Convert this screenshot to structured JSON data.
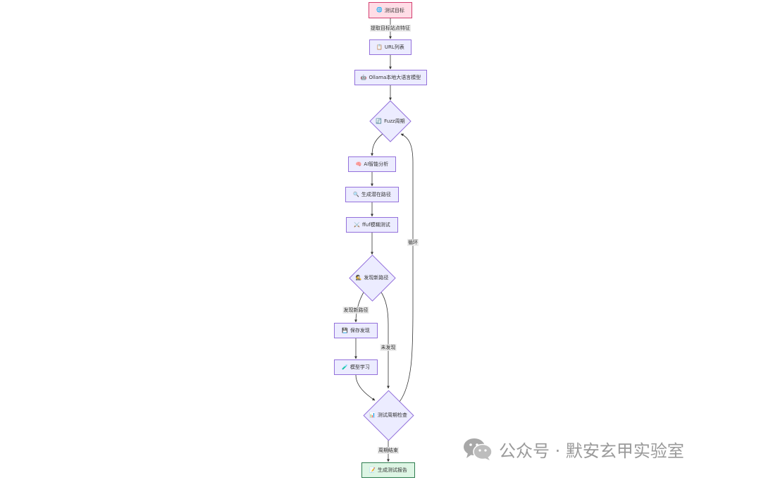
{
  "nodes": {
    "target": {
      "icon": "🌐",
      "label": "测试目标",
      "fill": "#FFDDE6",
      "stroke": "#D33D6F"
    },
    "urls": {
      "icon": "📋",
      "label": "URL列表"
    },
    "ollama": {
      "icon": "🤖",
      "label": "Ollama本地大语言模型"
    },
    "fuzz": {
      "icon": "🔄",
      "label": "Fuzz周期"
    },
    "ai": {
      "icon": "🧠",
      "label": "AI智能分析"
    },
    "gen": {
      "icon": "🔍",
      "label": "生成潜在路径"
    },
    "ffuf": {
      "icon": "⚔️",
      "label": "ffuf模糊测试"
    },
    "newpath": {
      "icon": "🕵️",
      "label": "发现新路径"
    },
    "save": {
      "icon": "💾",
      "label": "保存发现"
    },
    "learn": {
      "icon": "🧪",
      "label": "模型学习"
    },
    "check": {
      "icon": "📊",
      "label": "测试周期检查"
    },
    "report": {
      "icon": "📝",
      "label": "生成测试报告",
      "fill": "#DDF5E4",
      "stroke": "#2E7D4F"
    }
  },
  "edge_labels": {
    "extract": "提取目标站点特征",
    "loop": "循环",
    "found": "发现新路径",
    "notfound": "未发现",
    "end": "周期结束"
  },
  "colors": {
    "node_fill": "#ECECFF",
    "node_stroke": "#9370DB",
    "edge": "#333333",
    "watermark": "#9A9A9A"
  },
  "watermark": {
    "text": "公众号 · 默安玄甲实验室",
    "icon": "wechat-icon"
  }
}
